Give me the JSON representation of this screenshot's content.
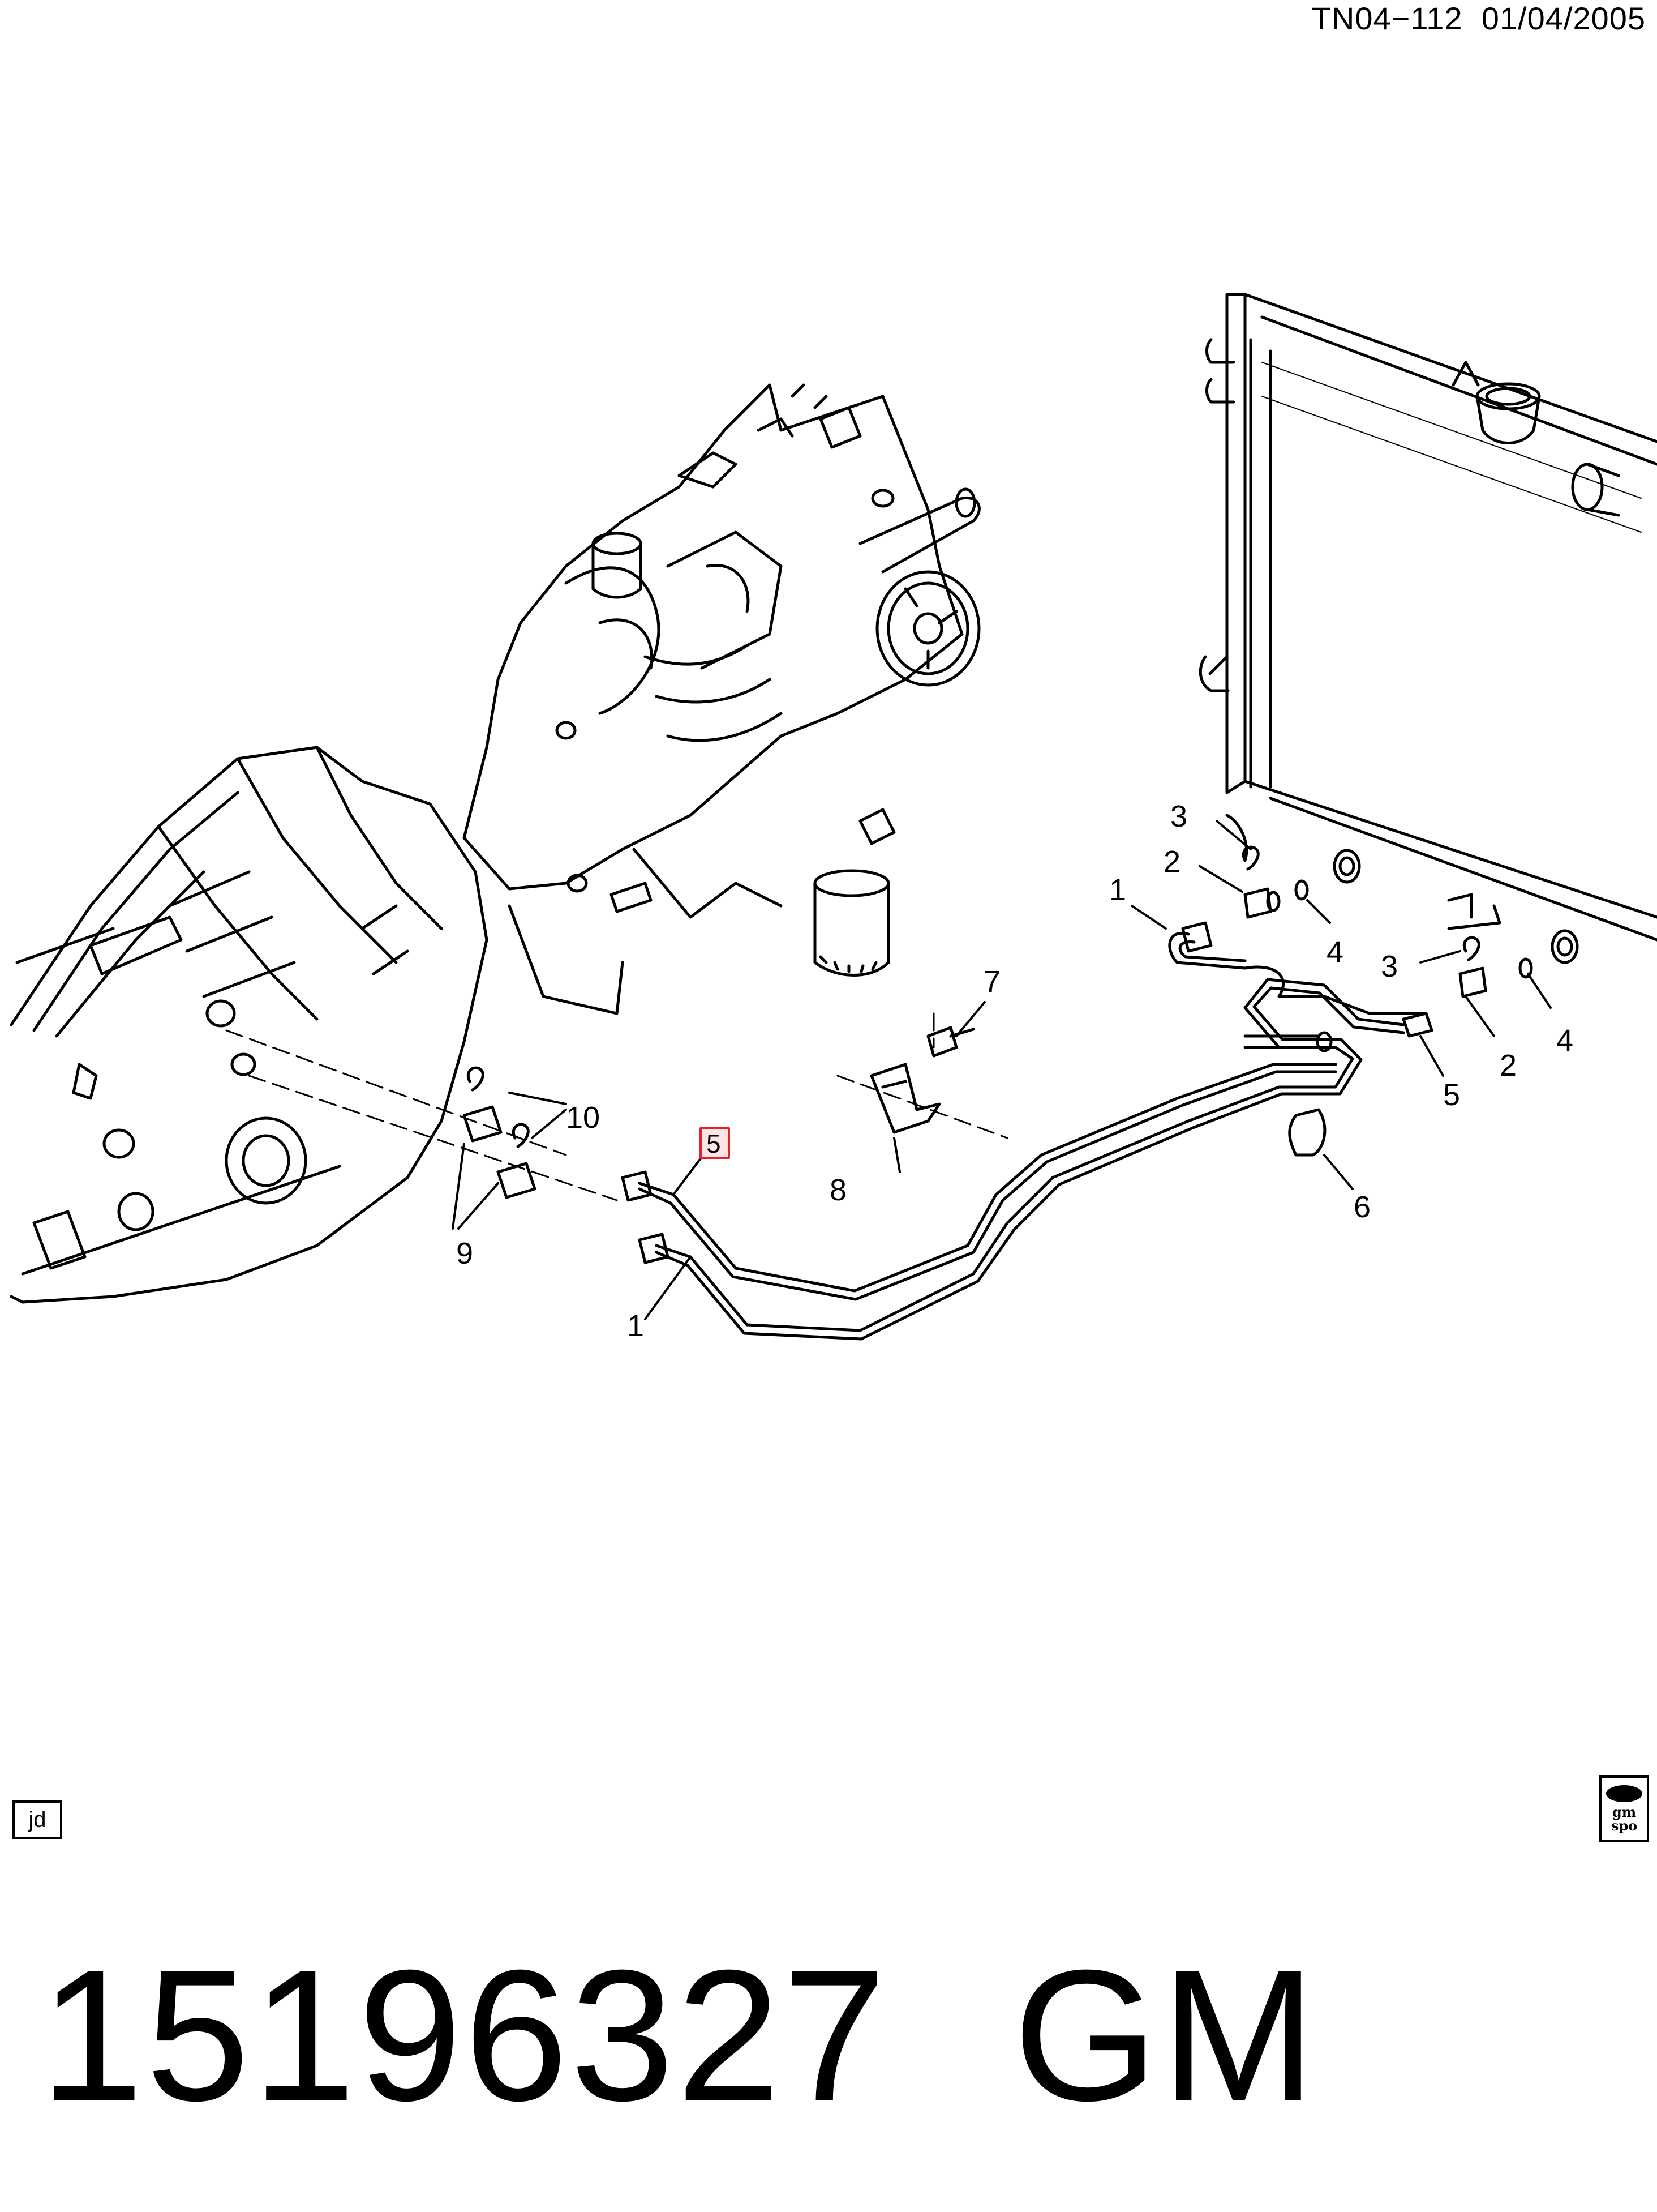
{
  "header": {
    "drawing_id": "TN04−112",
    "date": "01/04/2005"
  },
  "callouts": {
    "c1_upper": "1",
    "c1_lower": "1",
    "c2_upper": "2",
    "c2_lower": "2",
    "c3_upper": "3",
    "c3_lower": "3",
    "c4_upper": "4",
    "c4_lower": "4",
    "c5_highlighted": "5",
    "c5_lower": "5",
    "c6": "6",
    "c7": "7",
    "c8": "8",
    "c9": "9",
    "c10": "10"
  },
  "corner_tags": {
    "left": "jd",
    "right_top": "gm",
    "right_bottom": "spo"
  },
  "part_number": "15196327",
  "brand": "GM",
  "colors": {
    "line": "#000000",
    "highlight_box": "#e8202a",
    "background": "#ffffff"
  }
}
